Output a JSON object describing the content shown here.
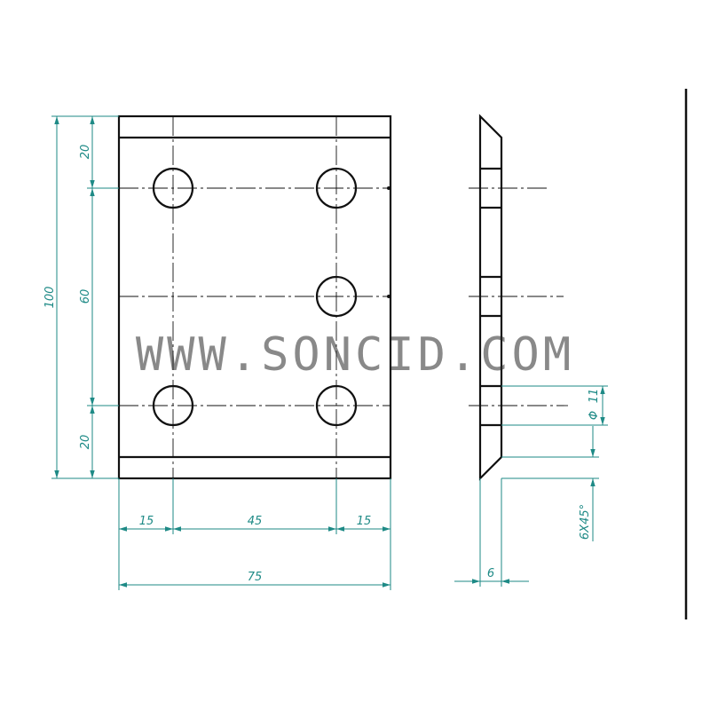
{
  "watermark": "WWW.SONCID.COM",
  "front_view": {
    "height_total": "100",
    "height_top": "20",
    "height_mid": "60",
    "height_bottom": "20",
    "width_left": "15",
    "width_mid": "45",
    "width_right": "15",
    "width_total": "75"
  },
  "side_view": {
    "hole_diameter": "11",
    "diameter_symbol": "Φ",
    "chamfer": "6X45°",
    "thickness": "6"
  },
  "colors": {
    "dimension": "#1e8a86",
    "outline": "#111111"
  }
}
